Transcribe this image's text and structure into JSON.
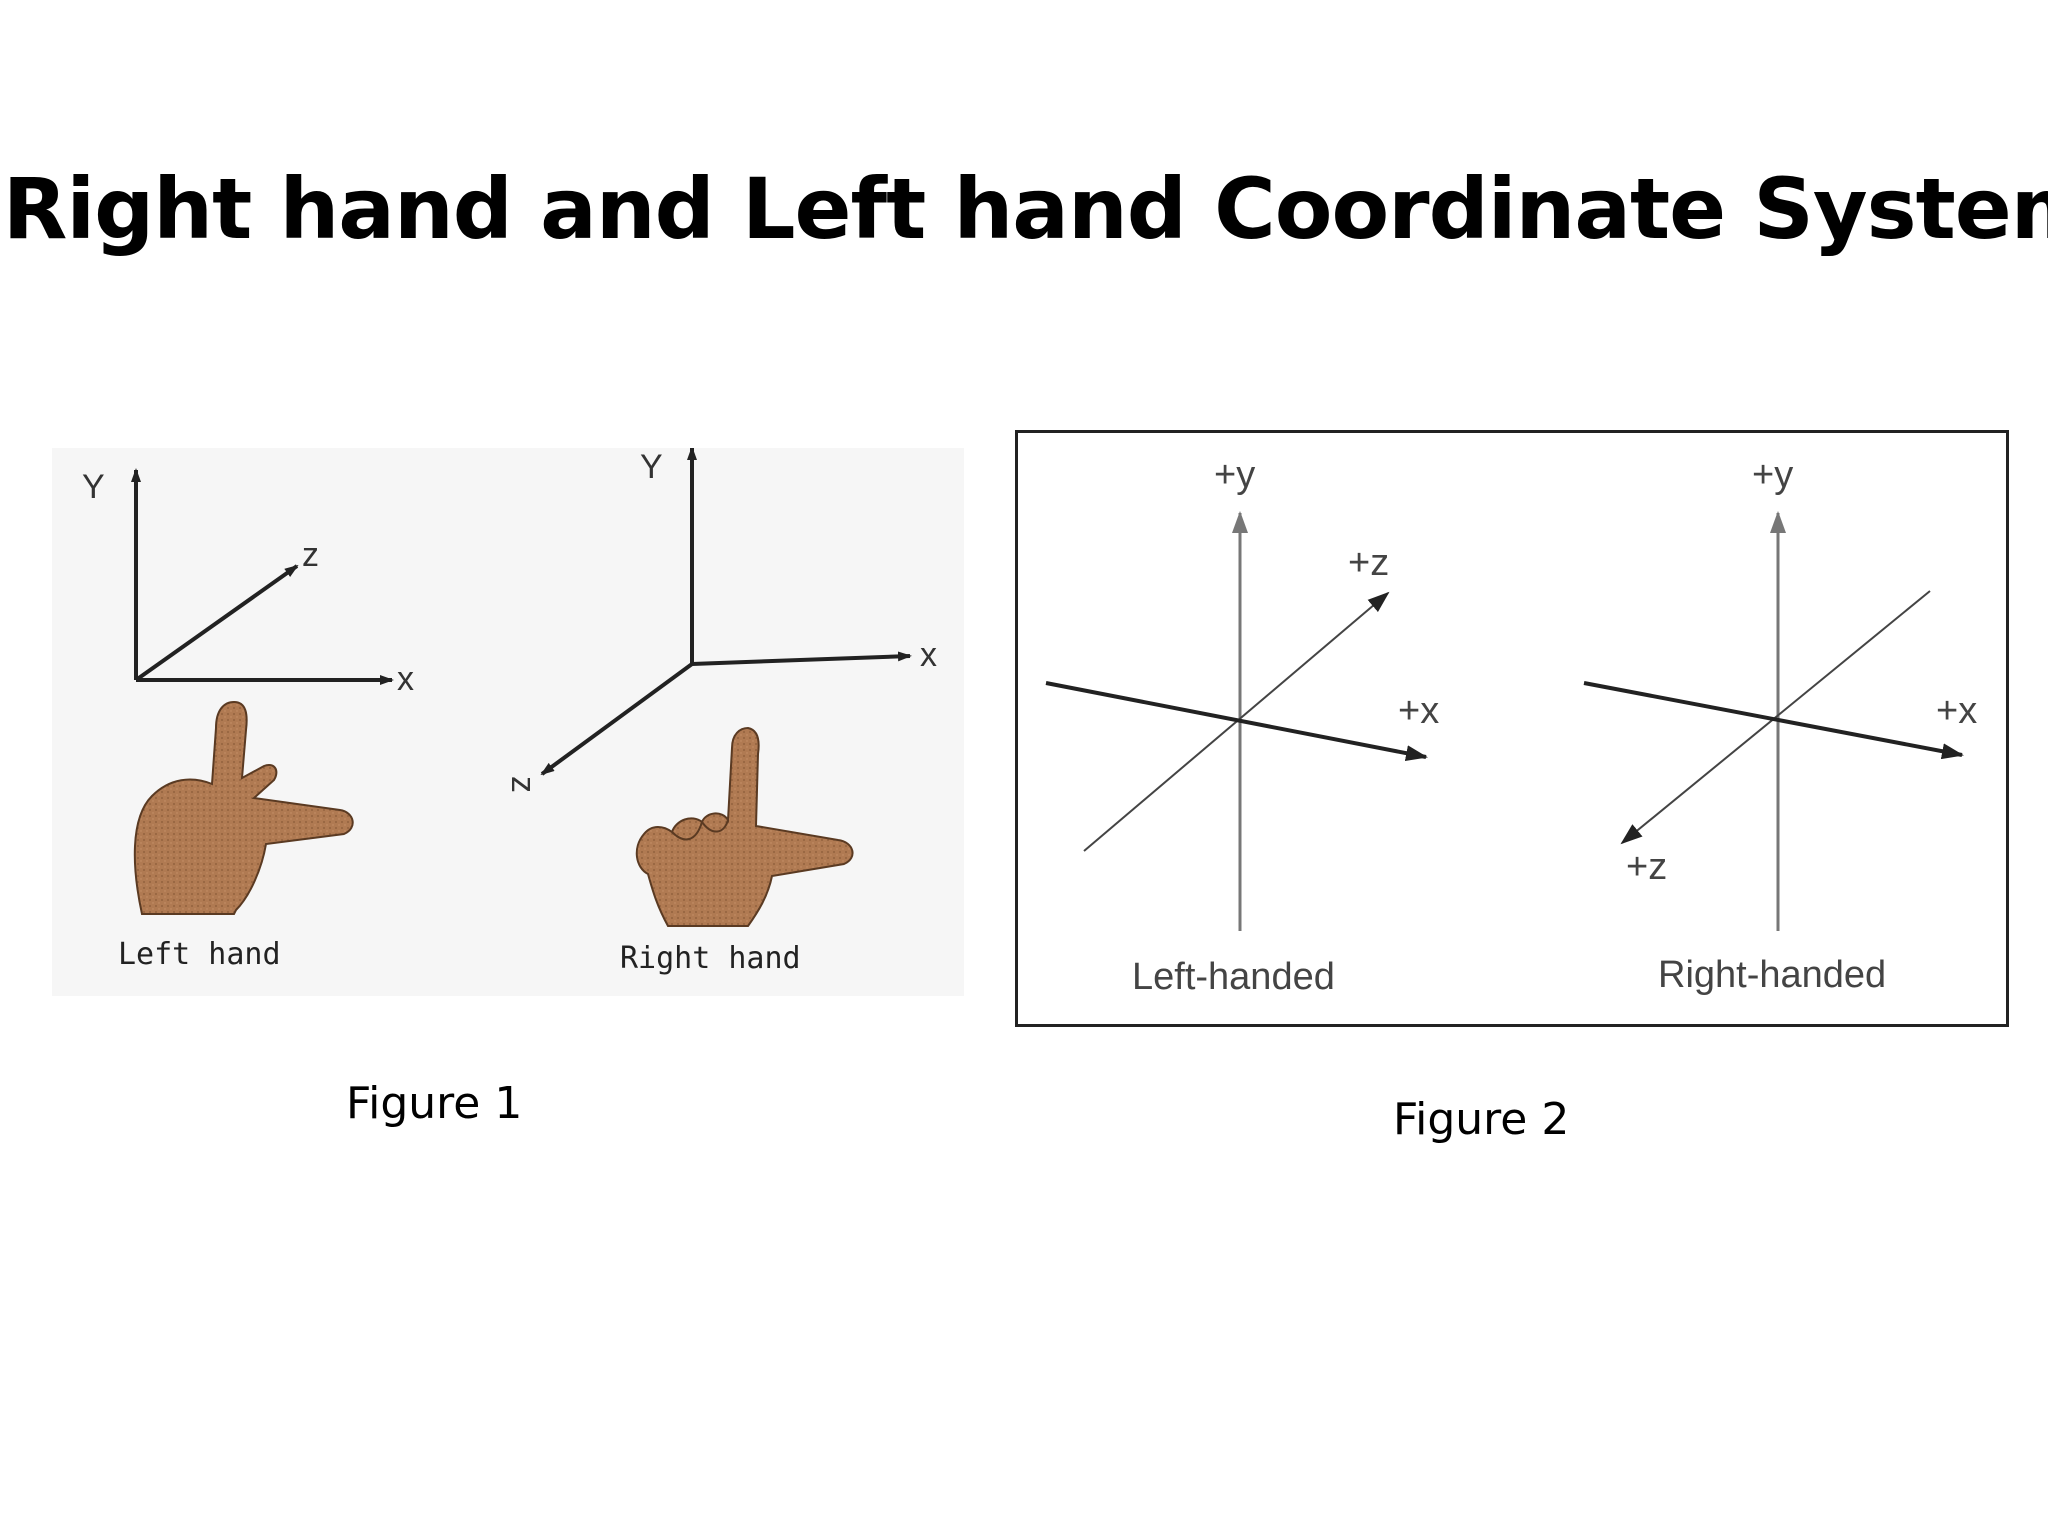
{
  "slide": {
    "title": "Right hand and Left hand Coordinate System"
  },
  "figure1": {
    "caption": "Figure 1",
    "left": {
      "y_label": "Y",
      "z_label": "z",
      "x_label": "x",
      "hand_label": "Left hand"
    },
    "right": {
      "y_label": "Y",
      "x_label": "x",
      "z_label": "z",
      "hand_label": "Right hand"
    },
    "colors": {
      "skin": "#b07a52",
      "skin_outline": "#5a3a22",
      "background": "#f6f6f6"
    }
  },
  "figure2": {
    "caption": "Figure 2",
    "left": {
      "y_label": "+y",
      "z_label": "+z",
      "x_label": "+x",
      "name": "Left-handed"
    },
    "right": {
      "y_label": "+y",
      "x_label": "+x",
      "z_label": "+z",
      "name": "Right-handed"
    }
  }
}
